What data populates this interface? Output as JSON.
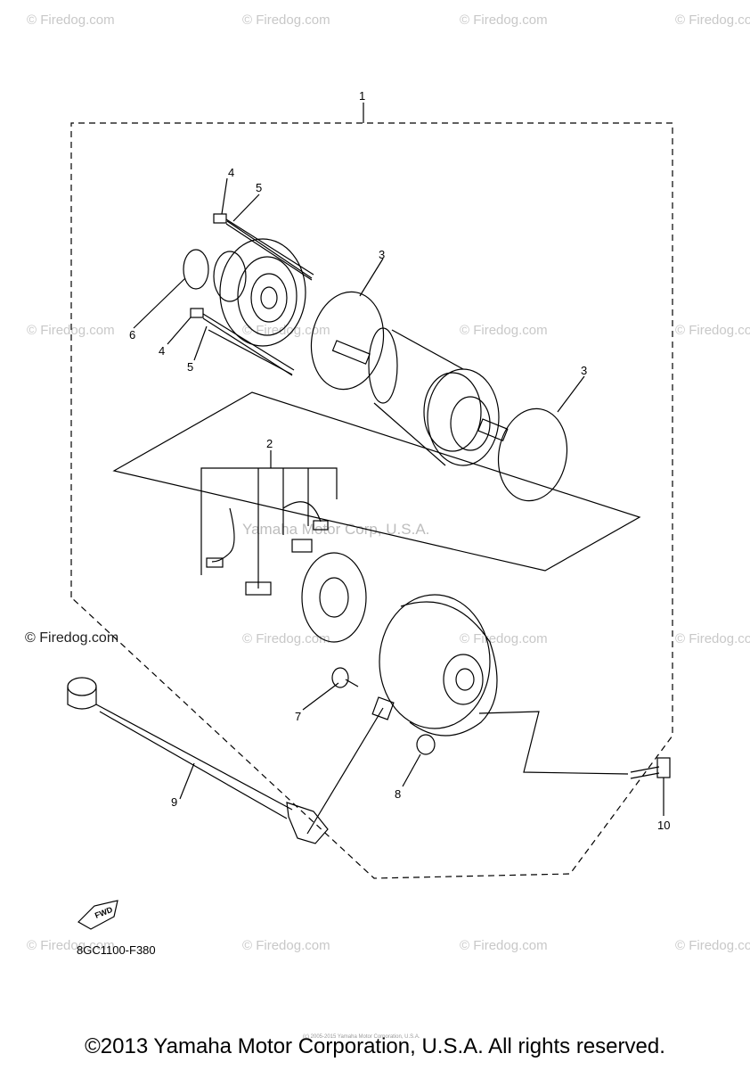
{
  "watermark": "© Firedog.com",
  "center_watermark": "Yamaha Motor Corp, U.S.A.",
  "labels": {
    "l1": "1",
    "l2": "2",
    "l3a": "3",
    "l3b": "3",
    "l4a": "4",
    "l4b": "4",
    "l5a": "5",
    "l5b": "5",
    "l6": "6",
    "l7": "7",
    "l8": "8",
    "l9": "9",
    "l10": "10"
  },
  "fwd": "FWD",
  "reference_code": "8GC1100-F380",
  "small_copyright": "(c) 2005-2015 Yamaha Motor Corporation, U.S.A.",
  "copyright": "©2013 Yamaha Motor Corporation, U.S.A. All rights reserved."
}
